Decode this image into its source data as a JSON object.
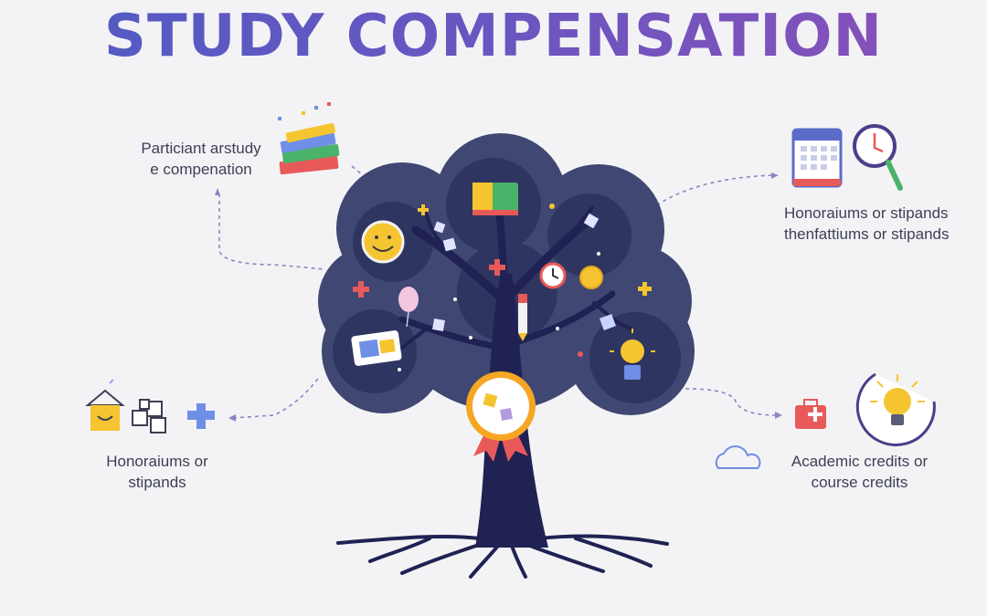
{
  "title": "STUDY COMPENSATION",
  "nodes": {
    "top_left": {
      "lines": [
        "Particiant arstudy",
        "e compenation"
      ],
      "icon": "books-stack-icon"
    },
    "top_right": {
      "lines": [
        "Honoraiums or stipands",
        "thenfattiums or stipands"
      ],
      "icons": [
        "calendar-icon",
        "clock-magnifier-icon"
      ]
    },
    "bottom_left": {
      "lines": [
        "Honoraiums or",
        "stipands"
      ],
      "icons": [
        "house-icon",
        "puzzle-pieces-icon"
      ]
    },
    "bottom_right": {
      "lines": [
        "Academic credits or",
        "course credits"
      ],
      "icons": [
        "first-aid-kit-icon",
        "lightbulb-icon",
        "cloud-icon"
      ]
    }
  },
  "tree": {
    "icons": [
      "smiley-icon",
      "certificate-card-icon",
      "clock-icon",
      "coin-icon",
      "pencil-icon",
      "id-card-icon",
      "lightbulb-icon",
      "award-ribbon-icon",
      "puzzle-icon"
    ]
  },
  "colors": {
    "title_start": "#4f5bc4",
    "title_end": "#8a4fb8",
    "canopy": "#3c4470",
    "trunk": "#1f2252",
    "accent_yellow": "#f5c531",
    "accent_red": "#e85a5a",
    "accent_blue": "#6f8ee6",
    "connector": "#8a86c4"
  }
}
